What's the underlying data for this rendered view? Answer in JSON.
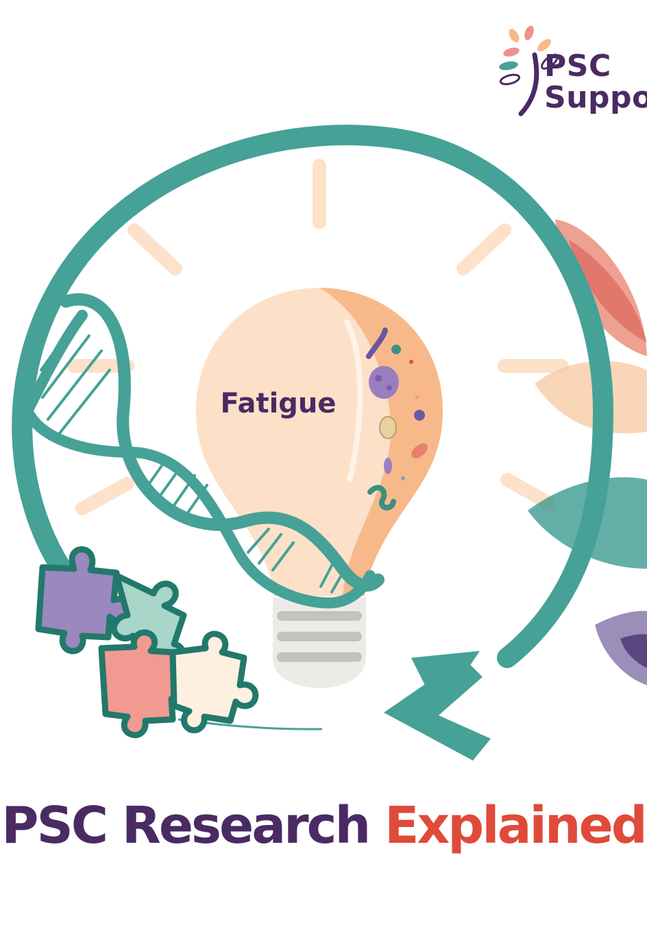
{
  "logo": {
    "line1": "PSC",
    "line2": "Suppo"
  },
  "bulb": {
    "label": "Fatigue"
  },
  "title": {
    "part1": "PSC Research",
    "part2": "Explained"
  },
  "colors": {
    "purple": "#4a2a63",
    "red": "#e04a3a",
    "teal": "#46a197",
    "bulb_light": "#fde0c8",
    "bulb_dark": "#f8b98a"
  }
}
